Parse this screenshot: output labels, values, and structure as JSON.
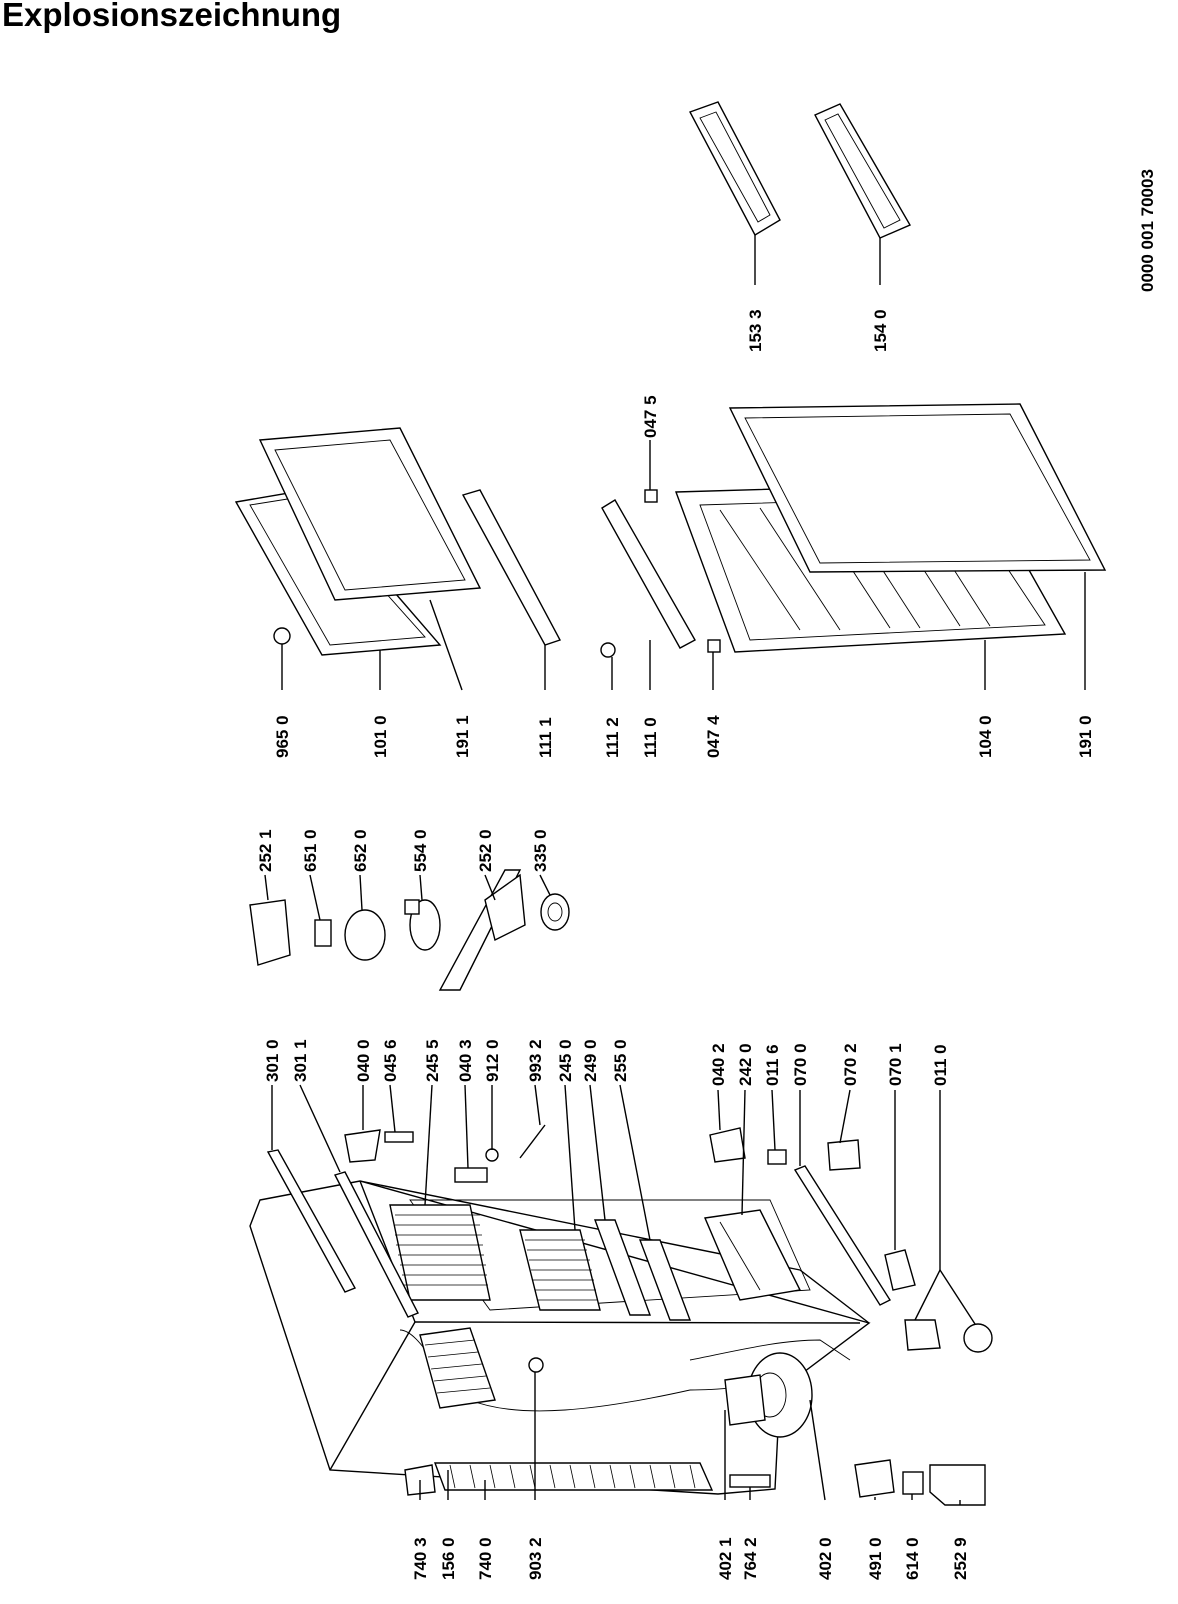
{
  "title": "Explosionszeichnung",
  "doc_number": "0000 001 70003",
  "part_numbers": [
    "301 0",
    "301 1",
    "040 0",
    "045 6",
    "245 5",
    "040 3",
    "912 0",
    "993 2",
    "245 0",
    "249 0",
    "255 0",
    "040 2",
    "242 0",
    "011 6",
    "070 0",
    "070 2",
    "070 1",
    "011 0",
    "740 3",
    "156 0",
    "740 0",
    "903 2",
    "402 1",
    "764 2",
    "402 0",
    "491 0",
    "614 0",
    "252 9",
    "252 1",
    "651 0",
    "652 0",
    "554 0",
    "252 0",
    "335 0",
    "965 0",
    "101 0",
    "191 1",
    "111 1",
    "111 2",
    "111 0",
    "047 4",
    "104 0",
    "191 0",
    "047 5",
    "153 3",
    "154 0"
  ]
}
